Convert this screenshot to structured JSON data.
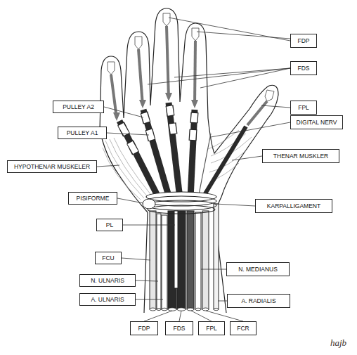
{
  "diagram": {
    "nodes": [
      {
        "text": [
          "FDP"
        ]
      },
      {
        "text": [
          "FDS"
        ]
      },
      {
        "text": [
          "PULLEY A2"
        ]
      },
      {
        "text": [
          "FPL"
        ]
      },
      {
        "text": [
          "DIGITAL NERV"
        ]
      },
      {
        "text": [
          "PULLEY A1"
        ]
      },
      {
        "text": [
          "THENAR MUSKLER"
        ]
      },
      {
        "text": [
          "HYPOTHENAR MUSKELER"
        ]
      },
      {
        "text": [
          "PISIFORME"
        ]
      },
      {
        "text": [
          "KARPALLIGAMENT"
        ]
      },
      {
        "text": [
          "PL"
        ]
      },
      {
        "text": [
          "FCU"
        ]
      },
      {
        "text": [
          "N. MEDIANUS"
        ]
      },
      {
        "text": [
          "N. ULNARIS"
        ]
      },
      {
        "text": [
          "A. ULNARIS"
        ]
      },
      {
        "text": [
          "A. RADIALIS"
        ]
      },
      {
        "text": [
          "FDP"
        ]
      },
      {
        "text": [
          "FDS"
        ]
      },
      {
        "text": [
          "FPL"
        ]
      },
      {
        "text": [
          "FCR"
        ]
      }
    ],
    "labels": [
      "hajb"
    ]
  }
}
